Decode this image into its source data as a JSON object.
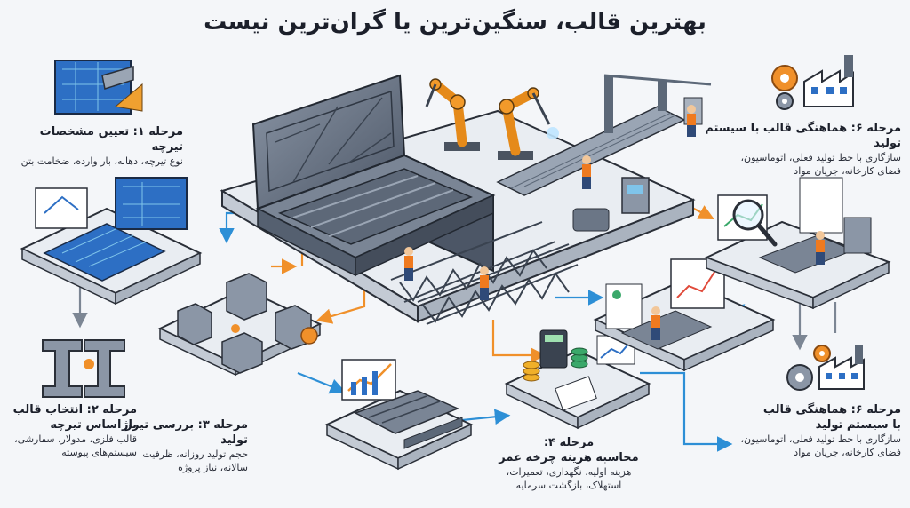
{
  "title": "بهترین قالب، سنگین‌ترین یا گران‌ترین نیست",
  "steps": [
    {
      "id": "s1",
      "heading": "مرحله ۱: تعیین مشخصات تیرچه",
      "body": [
        "نوع تیرچه، دهانه، بار وارده، ضخامت بتن"
      ]
    },
    {
      "id": "s2",
      "heading": "مرحله ۲: انتخاب قالب",
      "heading2": "بر اساس تیرچه",
      "body": [
        "قالب فلزی، مدولار، سفارشی،",
        "سیستم‌های پیوسته"
      ]
    },
    {
      "id": "s3",
      "heading": "مرحله ۳: بررسی تیراژ تولید",
      "body": [
        "حجم تولید روزانه، ظرفیت",
        "سالانه، نیاز پروژه"
      ]
    },
    {
      "id": "s4",
      "heading": "مرحله ۴:",
      "heading2": "محاسبه هزینه چرخه عمر",
      "body": [
        "هزینه اولیه، نگهداری، تعمیرات،",
        "استهلاک، بازگشت سرمایه"
      ]
    },
    {
      "id": "s5",
      "heading": "مرحله ۶: هماهنگی قالب",
      "heading2": "با سیستم تولید",
      "body": [
        "سازگاری با خط تولید فعلی، اتوماسیون،",
        "فضای کارخانه، جریان مواد"
      ]
    },
    {
      "id": "s6",
      "heading": "مرحله ۶: هماهنگی قالب با سیستم تولید",
      "body": [
        "سازگاری با خط تولید فعلی، اتوماسیون،",
        "فضای کارخانه، جریان مواد"
      ]
    }
  ],
  "colors": {
    "steel": "#5c6878",
    "steel_dark": "#3e4756",
    "steel_light": "#9aa5b4",
    "blue": "#2d6fc4",
    "blue_light": "#7fc4ea",
    "orange": "#f0902a",
    "worker": "#ef7a1f",
    "platform": "#e9edf2",
    "platform_side": "#c3cad4",
    "text": "#1b1f2a"
  },
  "icons": [
    "blueprint-icon",
    "gear-icon",
    "factory-icon",
    "magnifier-icon",
    "calculator-icon",
    "coins-icon",
    "chart-icon",
    "robot-arm-icon",
    "worker-icon",
    "beam-icon"
  ]
}
